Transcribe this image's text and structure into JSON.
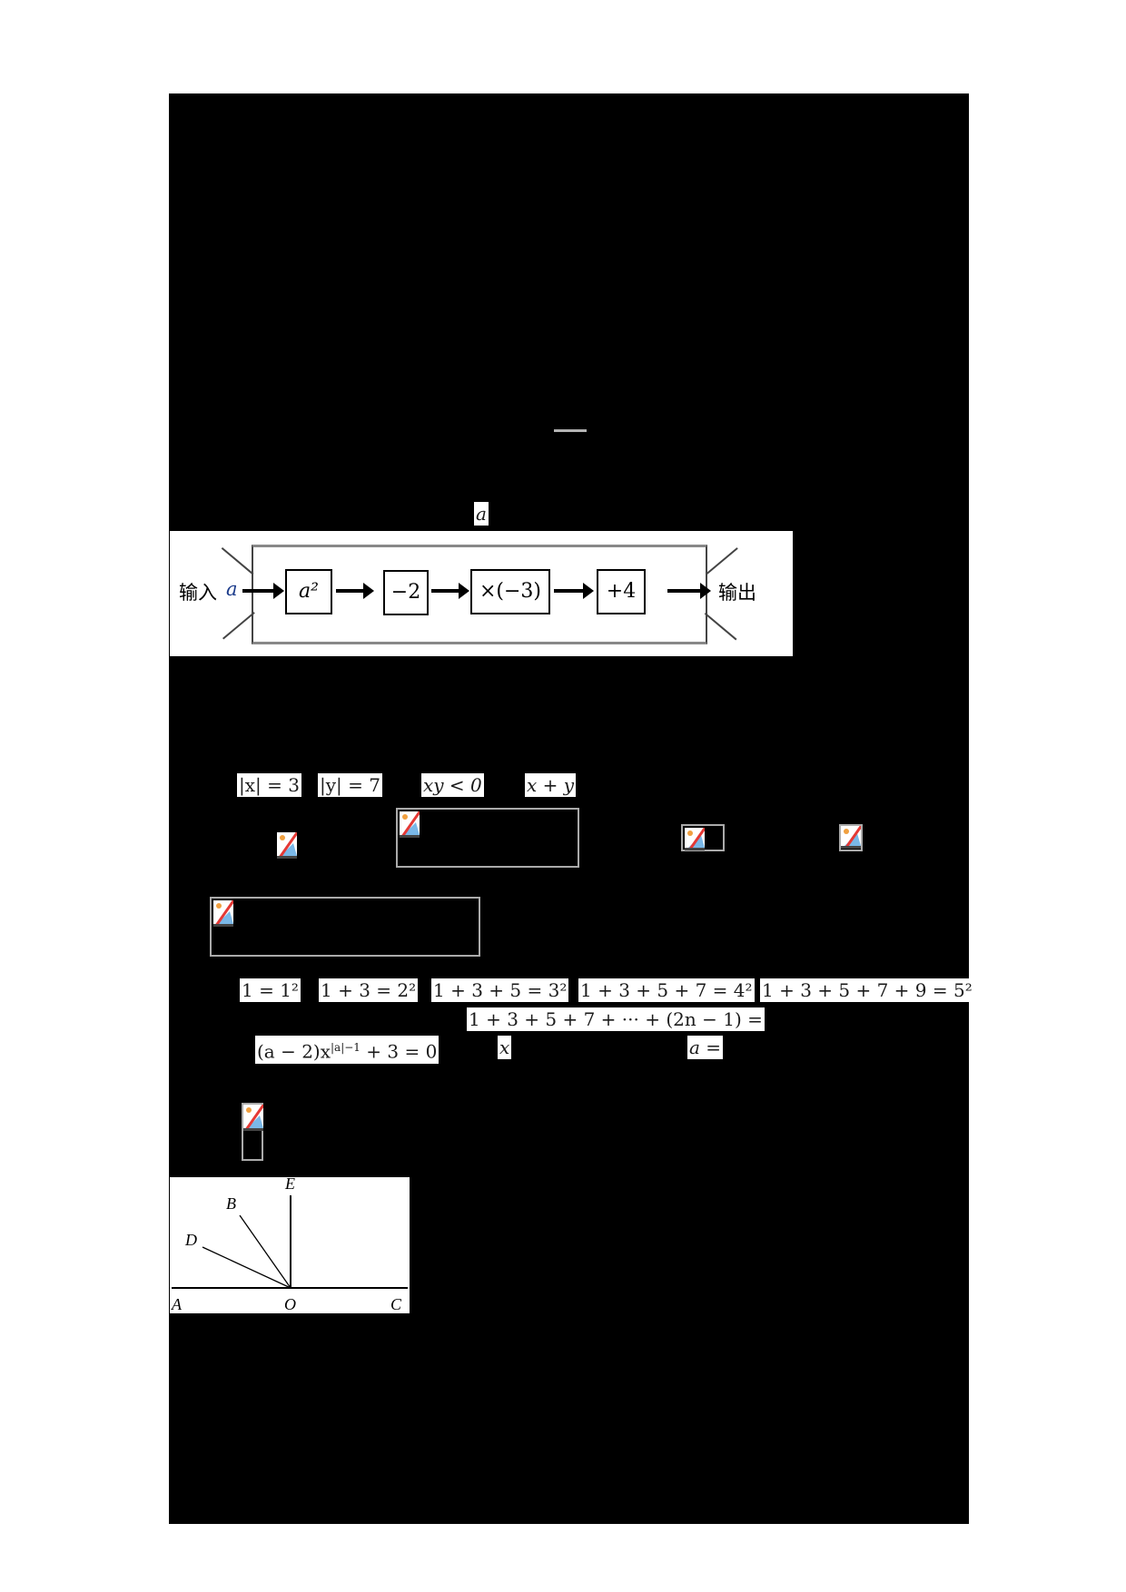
{
  "page": {
    "background": "#000000"
  },
  "question_var": {
    "a_label": "a"
  },
  "flow_diagram": {
    "input_label": "输入",
    "input_var": "a",
    "steps": [
      "a²",
      "−2",
      "×(−3)",
      "+4"
    ],
    "output_label": "输出"
  },
  "conditions": {
    "abs_x": "|x| = 3",
    "abs_y": "|y| = 7",
    "xy": "xy < 0",
    "sum": "x + y"
  },
  "broken_images": [
    {
      "name": "choice-a-image"
    },
    {
      "name": "choice-b-image"
    },
    {
      "name": "choice-c-image"
    },
    {
      "name": "choice-d-image"
    },
    {
      "name": "wide-image"
    },
    {
      "name": "tall-image"
    }
  ],
  "pattern": {
    "eq1": "1 = 1²",
    "eq2": "1 + 3 = 2²",
    "eq3": "1 + 3 + 5 = 3²",
    "eq4": "1 + 3 + 5 + 7 = 4²",
    "eq5": "1 + 3 + 5 + 7 + 9 = 5²",
    "general": "1 + 3 + 5 + 7 + ··· + (2n − 1) ="
  },
  "equation": {
    "expr": "(a − 2)x^{|a|−1} + 3 = 0",
    "expr_base": "(a − 2)x",
    "expr_exp": "|a|−1",
    "expr_tail": " + 3 = 0",
    "var_x": "x",
    "answer_prefix": "a ="
  },
  "geometry": {
    "points": [
      "E",
      "B",
      "D",
      "A",
      "O",
      "C"
    ]
  }
}
